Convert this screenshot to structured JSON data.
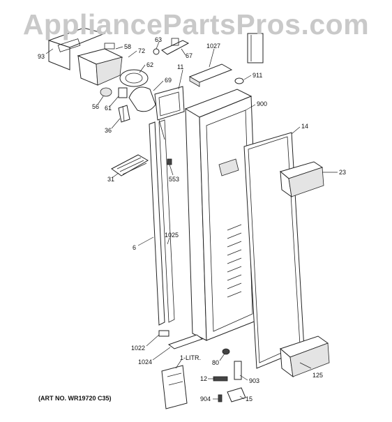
{
  "watermark": "AppliancePartsPros.com",
  "art_number": "(ART NO. WR19720 C35)",
  "callouts": [
    {
      "id": "93",
      "label": "93"
    },
    {
      "id": "58",
      "label": "58"
    },
    {
      "id": "72",
      "label": "72"
    },
    {
      "id": "63",
      "label": "63"
    },
    {
      "id": "67",
      "label": "67"
    },
    {
      "id": "62",
      "label": "62"
    },
    {
      "id": "11",
      "label": "11"
    },
    {
      "id": "1027",
      "label": "1027"
    },
    {
      "id": "911",
      "label": "911"
    },
    {
      "id": "69",
      "label": "69"
    },
    {
      "id": "56",
      "label": "56"
    },
    {
      "id": "61",
      "label": "61"
    },
    {
      "id": "900",
      "label": "900"
    },
    {
      "id": "36",
      "label": "36"
    },
    {
      "id": "14",
      "label": "14"
    },
    {
      "id": "23",
      "label": "23"
    },
    {
      "id": "31",
      "label": "31"
    },
    {
      "id": "553",
      "label": "553"
    },
    {
      "id": "1025",
      "label": "1025"
    },
    {
      "id": "6",
      "label": "6"
    },
    {
      "id": "1022",
      "label": "1022"
    },
    {
      "id": "1024",
      "label": "1024"
    },
    {
      "id": "1-litr",
      "label": "1-LITR."
    },
    {
      "id": "80",
      "label": "80"
    },
    {
      "id": "903",
      "label": "903"
    },
    {
      "id": "12",
      "label": "12"
    },
    {
      "id": "125",
      "label": "125"
    },
    {
      "id": "904",
      "label": "904"
    },
    {
      "id": "15",
      "label": "15"
    }
  ]
}
